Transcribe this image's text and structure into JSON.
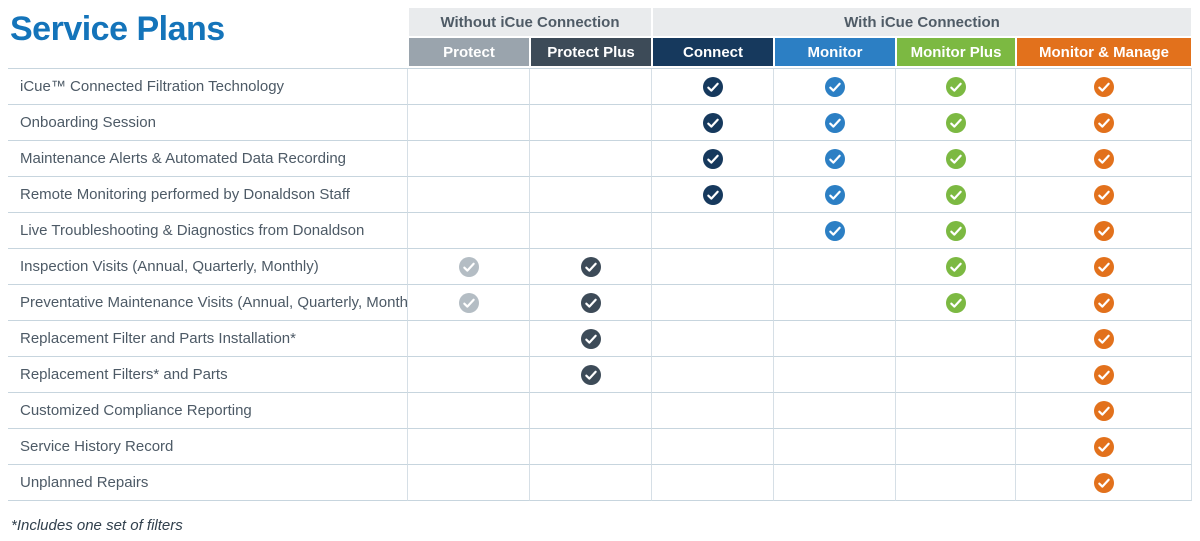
{
  "title": "Service Plans",
  "footnote": "*Includes one set of filters",
  "colors": {
    "title_blue": "#1474ba",
    "group_header_bg": "#e9ebed",
    "group_header_text": "#4f5b66",
    "row_border": "#c7d5de",
    "feature_text": "#4d5a66"
  },
  "chart_data": {
    "type": "table",
    "title": "Service Plans",
    "column_groups": [
      {
        "label": "Without iCue Connection",
        "columns": [
          0,
          1
        ]
      },
      {
        "label": "With iCue Connection",
        "columns": [
          2,
          3,
          4,
          5
        ]
      }
    ],
    "columns": [
      {
        "label": "Protect",
        "color": "#9aa4ad",
        "check_color": "#b4bdc4"
      },
      {
        "label": "Protect Plus",
        "color": "#3d4b58",
        "check_color": "#3d4b58"
      },
      {
        "label": "Connect",
        "color": "#16395d",
        "check_color": "#16395d"
      },
      {
        "label": "Monitor",
        "color": "#2c7fc4",
        "check_color": "#2c7fc4"
      },
      {
        "label": "Monitor Plus",
        "color": "#7cb942",
        "check_color": "#7cb942"
      },
      {
        "label": "Monitor & Manage",
        "color": "#e2711c",
        "check_color": "#e2711c"
      }
    ],
    "rows": [
      {
        "feature": "iCue™ Connected Filtration Technology",
        "included": [
          false,
          false,
          true,
          true,
          true,
          true
        ]
      },
      {
        "feature": "Onboarding Session",
        "included": [
          false,
          false,
          true,
          true,
          true,
          true
        ]
      },
      {
        "feature": "Maintenance Alerts & Automated Data Recording",
        "included": [
          false,
          false,
          true,
          true,
          true,
          true
        ]
      },
      {
        "feature": "Remote Monitoring performed by Donaldson Staff",
        "included": [
          false,
          false,
          true,
          true,
          true,
          true
        ]
      },
      {
        "feature": "Live Troubleshooting & Diagnostics from Donaldson",
        "included": [
          false,
          false,
          false,
          true,
          true,
          true
        ]
      },
      {
        "feature": "Inspection Visits (Annual, Quarterly, Monthly)",
        "included": [
          true,
          true,
          false,
          false,
          true,
          true
        ]
      },
      {
        "feature": "Preventative Maintenance Visits (Annual, Quarterly, Monthly)",
        "included": [
          true,
          true,
          false,
          false,
          true,
          true
        ]
      },
      {
        "feature": "Replacement Filter and Parts Installation*",
        "included": [
          false,
          true,
          false,
          false,
          false,
          true
        ]
      },
      {
        "feature": "Replacement Filters* and Parts",
        "included": [
          false,
          true,
          false,
          false,
          false,
          true
        ]
      },
      {
        "feature": "Customized Compliance Reporting",
        "included": [
          false,
          false,
          false,
          false,
          false,
          true
        ]
      },
      {
        "feature": "Service History Record",
        "included": [
          false,
          false,
          false,
          false,
          false,
          true
        ]
      },
      {
        "feature": "Unplanned Repairs",
        "included": [
          false,
          false,
          false,
          false,
          false,
          true
        ]
      }
    ]
  }
}
